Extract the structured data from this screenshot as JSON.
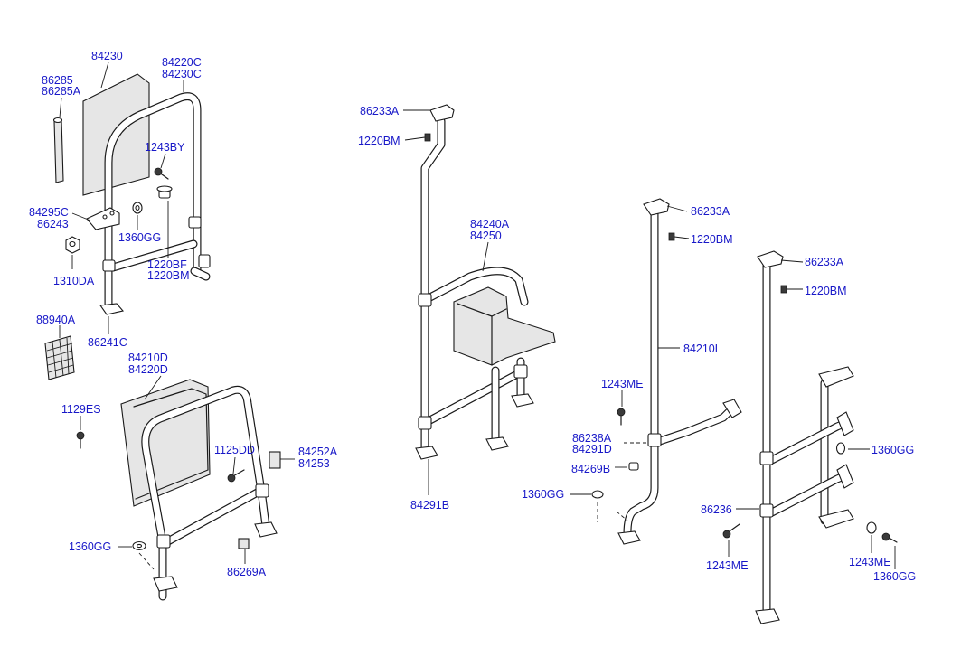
{
  "labels": {
    "l84230": "84230",
    "l84220c": "84220C",
    "l84230c": "84230C",
    "l86285": "86285",
    "l86285a": "86285A",
    "l1243by": "1243BY",
    "l84295c": "84295C",
    "l86243": "86243",
    "l1360gg_a": "1360GG",
    "l1220bf": "1220BF",
    "l1220bm_a": "1220BM",
    "l1310da": "1310DA",
    "l88940a": "88940A",
    "l86241c": "86241C",
    "l84210d": "84210D",
    "l84220d": "84220D",
    "l1129es": "1129ES",
    "l1125dd": "1125DD",
    "l84252a": "84252A",
    "l84253": "84253",
    "l1360gg_b": "1360GG",
    "l86269a": "86269A",
    "l86233a_a": "86233A",
    "l1220bm_b": "1220BM",
    "l84240a": "84240A",
    "l84250": "84250",
    "l84291b": "84291B",
    "l86233a_b": "86233A",
    "l1220bm_c": "1220BM",
    "l84210l": "84210L",
    "l1243me_a": "1243ME",
    "l86238a": "86238A",
    "l84291d": "84291D",
    "l84269b": "84269B",
    "l1360gg_c": "1360GG",
    "l86233a_c": "86233A",
    "l1220bm_d": "1220BM",
    "l1360gg_d": "1360GG",
    "l86236": "86236",
    "l1243me_b": "1243ME",
    "l1243me_c": "1243ME",
    "l1360gg_e": "1360GG"
  }
}
